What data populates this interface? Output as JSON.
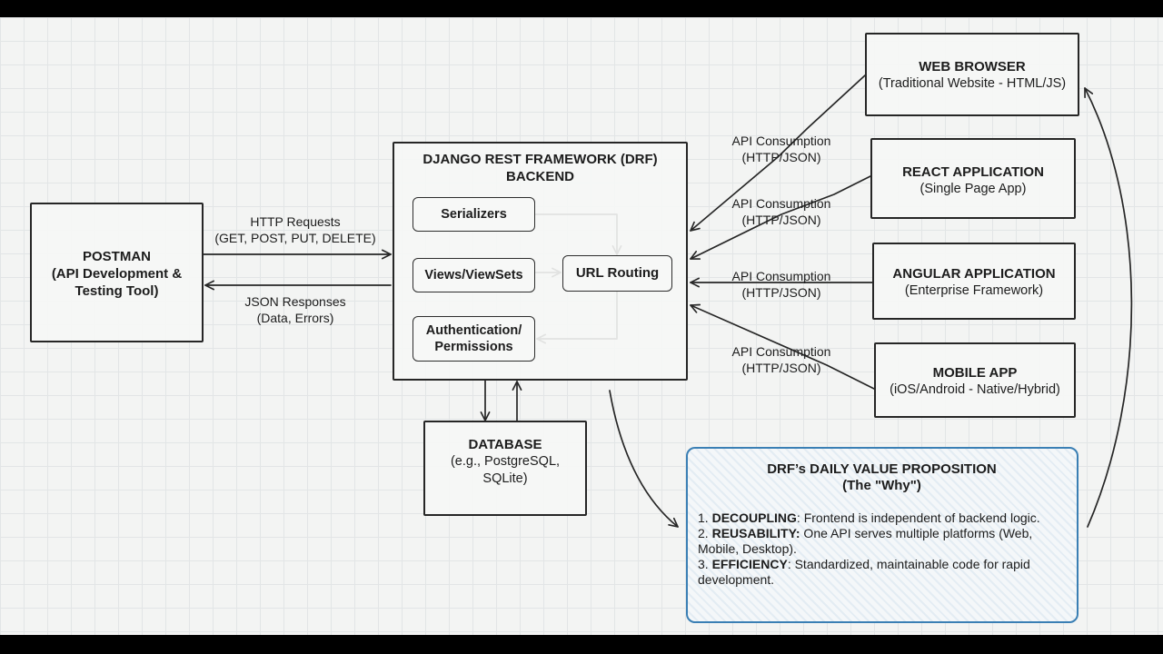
{
  "postman": {
    "title": "POSTMAN",
    "subtitle_line1": "(API Development &",
    "subtitle_line2": "Testing Tool)"
  },
  "http_requests": {
    "line1": "HTTP Requests",
    "line2": "(GET, POST, PUT, DELETE)"
  },
  "json_responses": {
    "line1": "JSON Responses",
    "line2": "(Data, Errors)"
  },
  "drf": {
    "title_line1": "DJANGO REST FRAMEWORK (DRF)",
    "title_line2": "BACKEND",
    "components": {
      "serializers": "Serializers",
      "views": "Views/ViewSets",
      "url_routing": "URL Routing",
      "auth_line1": "Authentication/",
      "auth_line2": "Permissions"
    }
  },
  "database": {
    "title": "DATABASE",
    "line1": "(e.g., PostgreSQL,",
    "line2": "SQLite)"
  },
  "consumption_label": {
    "line1": "API Consumption",
    "line2": "(HTTP/JSON)"
  },
  "clients": [
    {
      "title": "WEB BROWSER",
      "subtitle": "(Traditional Website - HTML/JS)"
    },
    {
      "title": "REACT APPLICATION",
      "subtitle": "(Single Page App)"
    },
    {
      "title": "ANGULAR APPLICATION",
      "subtitle": "(Enterprise Framework)"
    },
    {
      "title": "MOBILE APP",
      "subtitle": "(iOS/Android - Native/Hybrid)"
    }
  ],
  "value_prop": {
    "title_line1": "DRF’s DAILY VALUE PROPOSITION",
    "title_line2": "(The \"Why\")",
    "items": [
      {
        "num": "1.",
        "key": "DECOUPLING",
        "text": ": Frontend is independent of backend logic."
      },
      {
        "num": "2.",
        "key": "REUSABILITY:",
        "text": " One API serves multiple platforms (Web, Mobile, Desktop)."
      },
      {
        "num": "3.",
        "key": "EFFICIENCY",
        "text": ": Standardized, maintainable code for rapid development."
      }
    ]
  },
  "colors": {
    "line": "#262626",
    "accent_border": "#3a7fb4"
  }
}
